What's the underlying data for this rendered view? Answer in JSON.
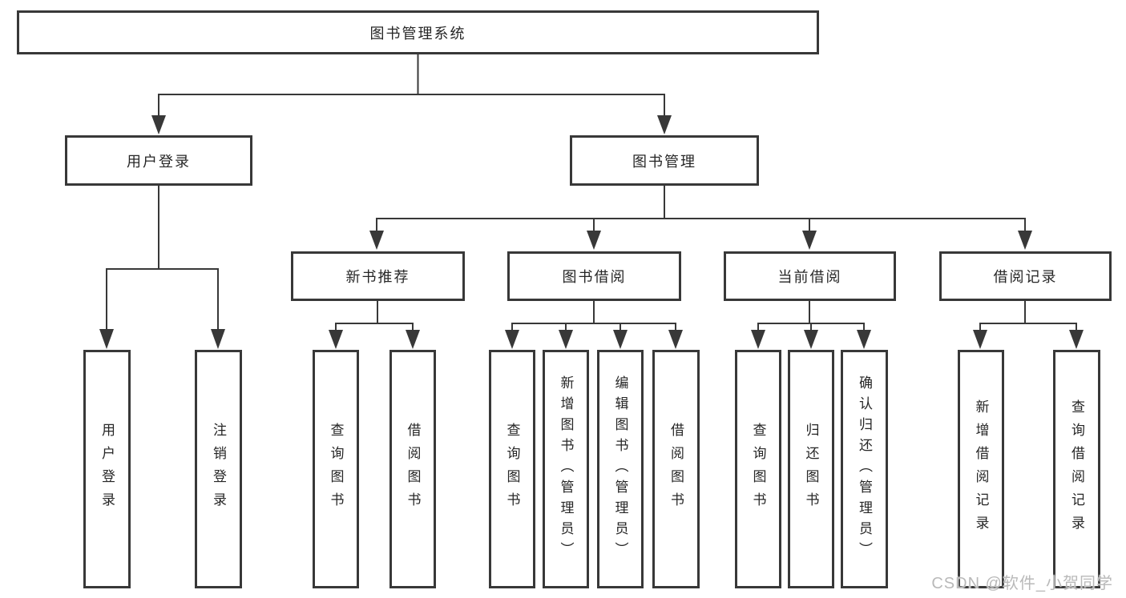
{
  "nodes": {
    "root": "图书管理系统",
    "user_login": "用户登录",
    "book_mgmt": "图书管理",
    "new_book_rec": "新书推荐",
    "book_borrow": "图书借阅",
    "current_borrow": "当前借阅",
    "borrow_records": "借阅记录"
  },
  "leaves": {
    "user_login": "用户登录",
    "logout": "注销登录",
    "nb_query": "查询图书",
    "nb_borrow": "借阅图书",
    "bb_query": "查询图书",
    "bb_add": "新增图书（管理员）",
    "bb_edit": "编辑图书（管理员）",
    "bb_borrow": "借阅图书",
    "cb_query": "查询图书",
    "cb_return": "归还图书",
    "cb_confirm": "确认归还（管理员）",
    "br_add": "新增借阅记录",
    "br_query": "查询借阅记录"
  },
  "hierarchy": {
    "图书管理系统": {
      "用户登录": [
        "用户登录",
        "注销登录"
      ],
      "图书管理": {
        "新书推荐": [
          "查询图书",
          "借阅图书"
        ],
        "图书借阅": [
          "查询图书",
          "新增图书（管理员）",
          "编辑图书（管理员）",
          "借阅图书"
        ],
        "当前借阅": [
          "查询图书",
          "归还图书",
          "确认归还（管理员）"
        ],
        "借阅记录": [
          "新增借阅记录",
          "查询借阅记录"
        ]
      }
    }
  },
  "watermark": "CSDN @软件_小贺同学",
  "colors": {
    "line": "#383838",
    "text": "#262626",
    "watermark": "#b9b9b9",
    "background": "#ffffff"
  }
}
